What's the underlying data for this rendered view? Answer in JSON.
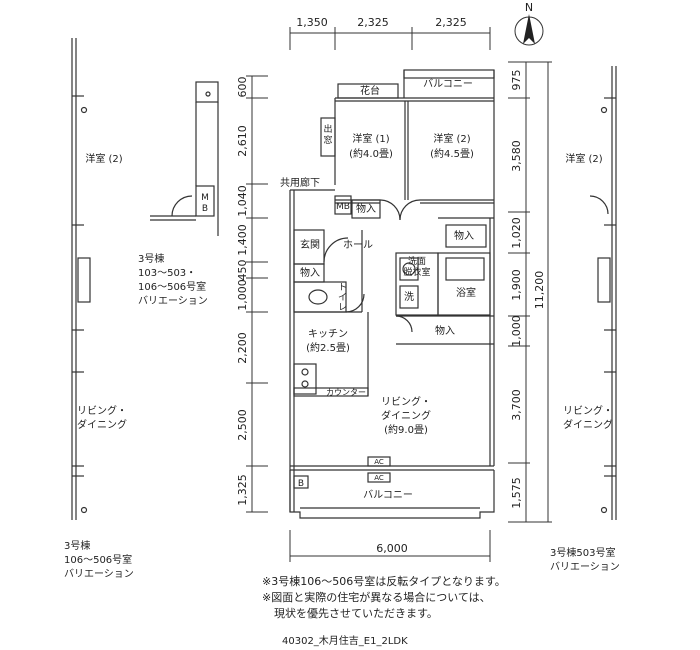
{
  "dimensions": {
    "top": [
      "1,350",
      "2,325",
      "2,325"
    ],
    "bottom": "6,000",
    "left": [
      "600",
      "2,610",
      "1,040",
      "1,400",
      "450",
      "1,000",
      "2,200",
      "2,500",
      "1,325"
    ],
    "right": [
      "975",
      "3,580",
      "1,020",
      "1,900",
      "1,000",
      "3,700",
      "1,575"
    ],
    "right_total": "11,200"
  },
  "compass": {
    "label": "N"
  },
  "rooms": {
    "balcony_top": "バルコニー",
    "flower_bed": "花台",
    "bay_window": "出窓",
    "bedroom1_name": "洋室 (1)",
    "bedroom1_size": "(約4.0畳)",
    "bedroom2_name": "洋室 (2)",
    "bedroom2_size": "(約4.5畳)",
    "common_corridor": "共用廊下",
    "mb": "MB",
    "storage": "物入",
    "entrance": "玄関",
    "hall": "ホール",
    "washroom": "洗面\n脱衣室",
    "washer": "洗",
    "bath": "浴室",
    "toilet": "トイレ",
    "kitchen_name": "キッチン",
    "kitchen_size": "(約2.5畳)",
    "counter": "カウンター",
    "living_name1": "リビング・",
    "living_name2": "ダイニング",
    "living_size": "(約9.0畳)",
    "ac": "AC",
    "b": "B",
    "balcony_bottom": "バルコニー"
  },
  "left_variation": {
    "room_label": "洋室 (2)",
    "living_label1": "リビング・",
    "living_label2": "ダイニング",
    "mb": "MB",
    "variation1_line1": "3号棟",
    "variation1_line2": "103～503・",
    "variation1_line3": "106～506号室",
    "variation1_line4": "バリエーション",
    "variation2_line1": "3号棟",
    "variation2_line2": "106～506号室",
    "variation2_line3": "バリエーション"
  },
  "right_variation": {
    "room_label": "洋室 (2)",
    "living_label1": "リビング・",
    "living_label2": "ダイニング",
    "caption_line1": "3号棟503号室",
    "caption_line2": "バリエーション"
  },
  "notes": {
    "line1": "※3号棟106～506号室は反転タイプとなります。",
    "line2": "※図面と実際の住宅が異なる場合については、",
    "line3": "現状を優先させていただきます。"
  },
  "footer": {
    "code": "40302_木月住吉_E1_2LDK"
  }
}
